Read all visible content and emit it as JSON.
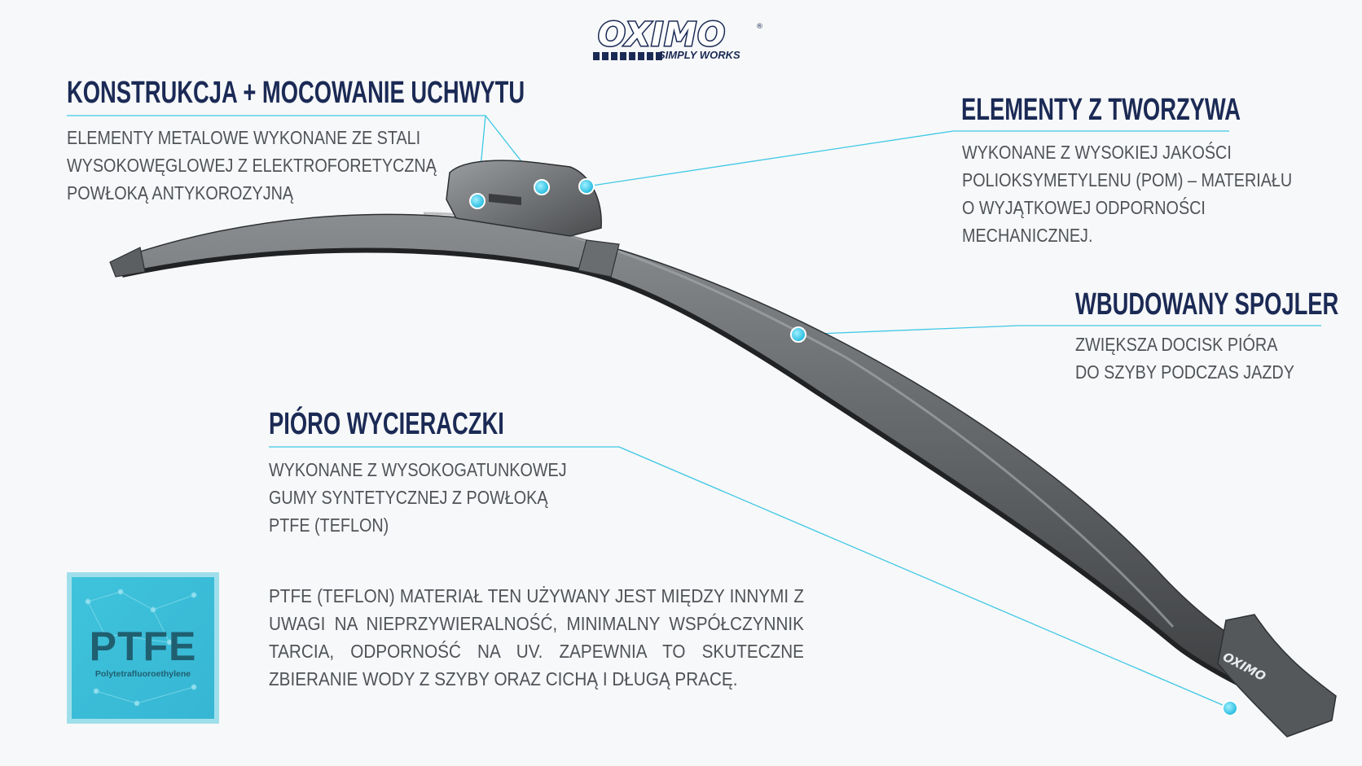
{
  "logo": {
    "brand": "OXIMO",
    "registered": "®",
    "tagline": "SIMPLY WORKS",
    "blade_print": "OXIMO"
  },
  "sections": {
    "construction": {
      "title": "KONSTRUKCJA + MOCOWANIE UCHWYTU",
      "lines": [
        "ELEMENTY METALOWE WYKONANE ZE STALI",
        "WYSOKOWĘGLOWEJ Z ELEKTROFORETYCZNĄ",
        "POWŁOKĄ ANTYKOROZYJNĄ"
      ]
    },
    "plastic": {
      "title": "ELEMENTY Z TWORZYWA",
      "lines": [
        "WYKONANE Z WYSOKIEJ JAKOŚCI",
        "POLIOKSYMETYLENU (POM) – MATERIAŁU",
        "O WYJĄTKOWEJ ODPORNOŚCI",
        "MECHANICZNEJ."
      ]
    },
    "spoiler": {
      "title": "WBUDOWANY SPOJLER",
      "lines": [
        "ZWIĘKSZA DOCISK PIÓRA",
        "DO SZYBY PODCZAS JAZDY"
      ]
    },
    "blade": {
      "title": "PIÓRO WYCIERACZKI",
      "lines": [
        "WYKONANE Z WYSOKOGATUNKOWEJ",
        "GUMY SYNTETYCZNEJ Z POWŁOKĄ",
        "PTFE (TEFLON)"
      ]
    }
  },
  "ptfe_note": "PTFE (TEFLON) MATERIAŁ TEN UŻYWANY JEST MIĘDZY INNYMI Z UWAGI NA NIEPRZYWIERALNOŚĆ, MINIMALNY WSPÓŁCZYNNIK TARCIA, ODPORNOŚĆ NA UV. ZAPEWNIA TO SKUTECZNE ZBIERANIE WODY Z SZYBY ORAZ CICHĄ I DŁUGĄ PRACĘ.",
  "ptfe_badge": {
    "title": "PTFE",
    "subtitle": "Polytetrafluoroethylene"
  },
  "colors": {
    "heading": "#1b2a55",
    "body_text": "#4f5358",
    "leader": "#3ec8e6",
    "badge": "#3fc3dc"
  }
}
